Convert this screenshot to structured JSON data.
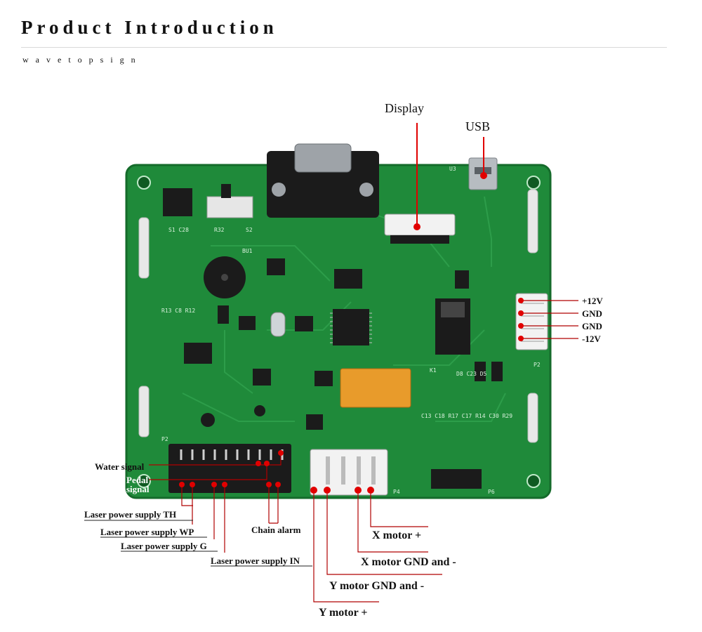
{
  "header": {
    "title": "Product Introduction",
    "subtitle": "wavetopsign"
  },
  "labels": {
    "display": "Display",
    "usb": "USB",
    "power": [
      "+12V",
      "GND",
      "GND",
      "-12V"
    ],
    "water_signal": "Water signal",
    "pedal_signal_line1": "Pedal",
    "pedal_signal_line2": "signal",
    "laser_th": "Laser power supply TH",
    "laser_wp": "Laser power supply WP",
    "laser_g": "Laser power supply G",
    "laser_in": "Laser power supply IN",
    "chain_alarm": "Chain alarm",
    "x_motor_plus": "X motor +",
    "x_motor_gnd": "X motor GND and -",
    "y_motor_gnd": "Y motor GND and -",
    "y_motor_plus": "Y motor +"
  },
  "colors": {
    "pcb_green": "#1f8a3a",
    "pcb_dark": "#156b2b",
    "pointer_red": "#e10000",
    "connector_black": "#1b1b1b",
    "connector_white": "#f2f2f2"
  }
}
